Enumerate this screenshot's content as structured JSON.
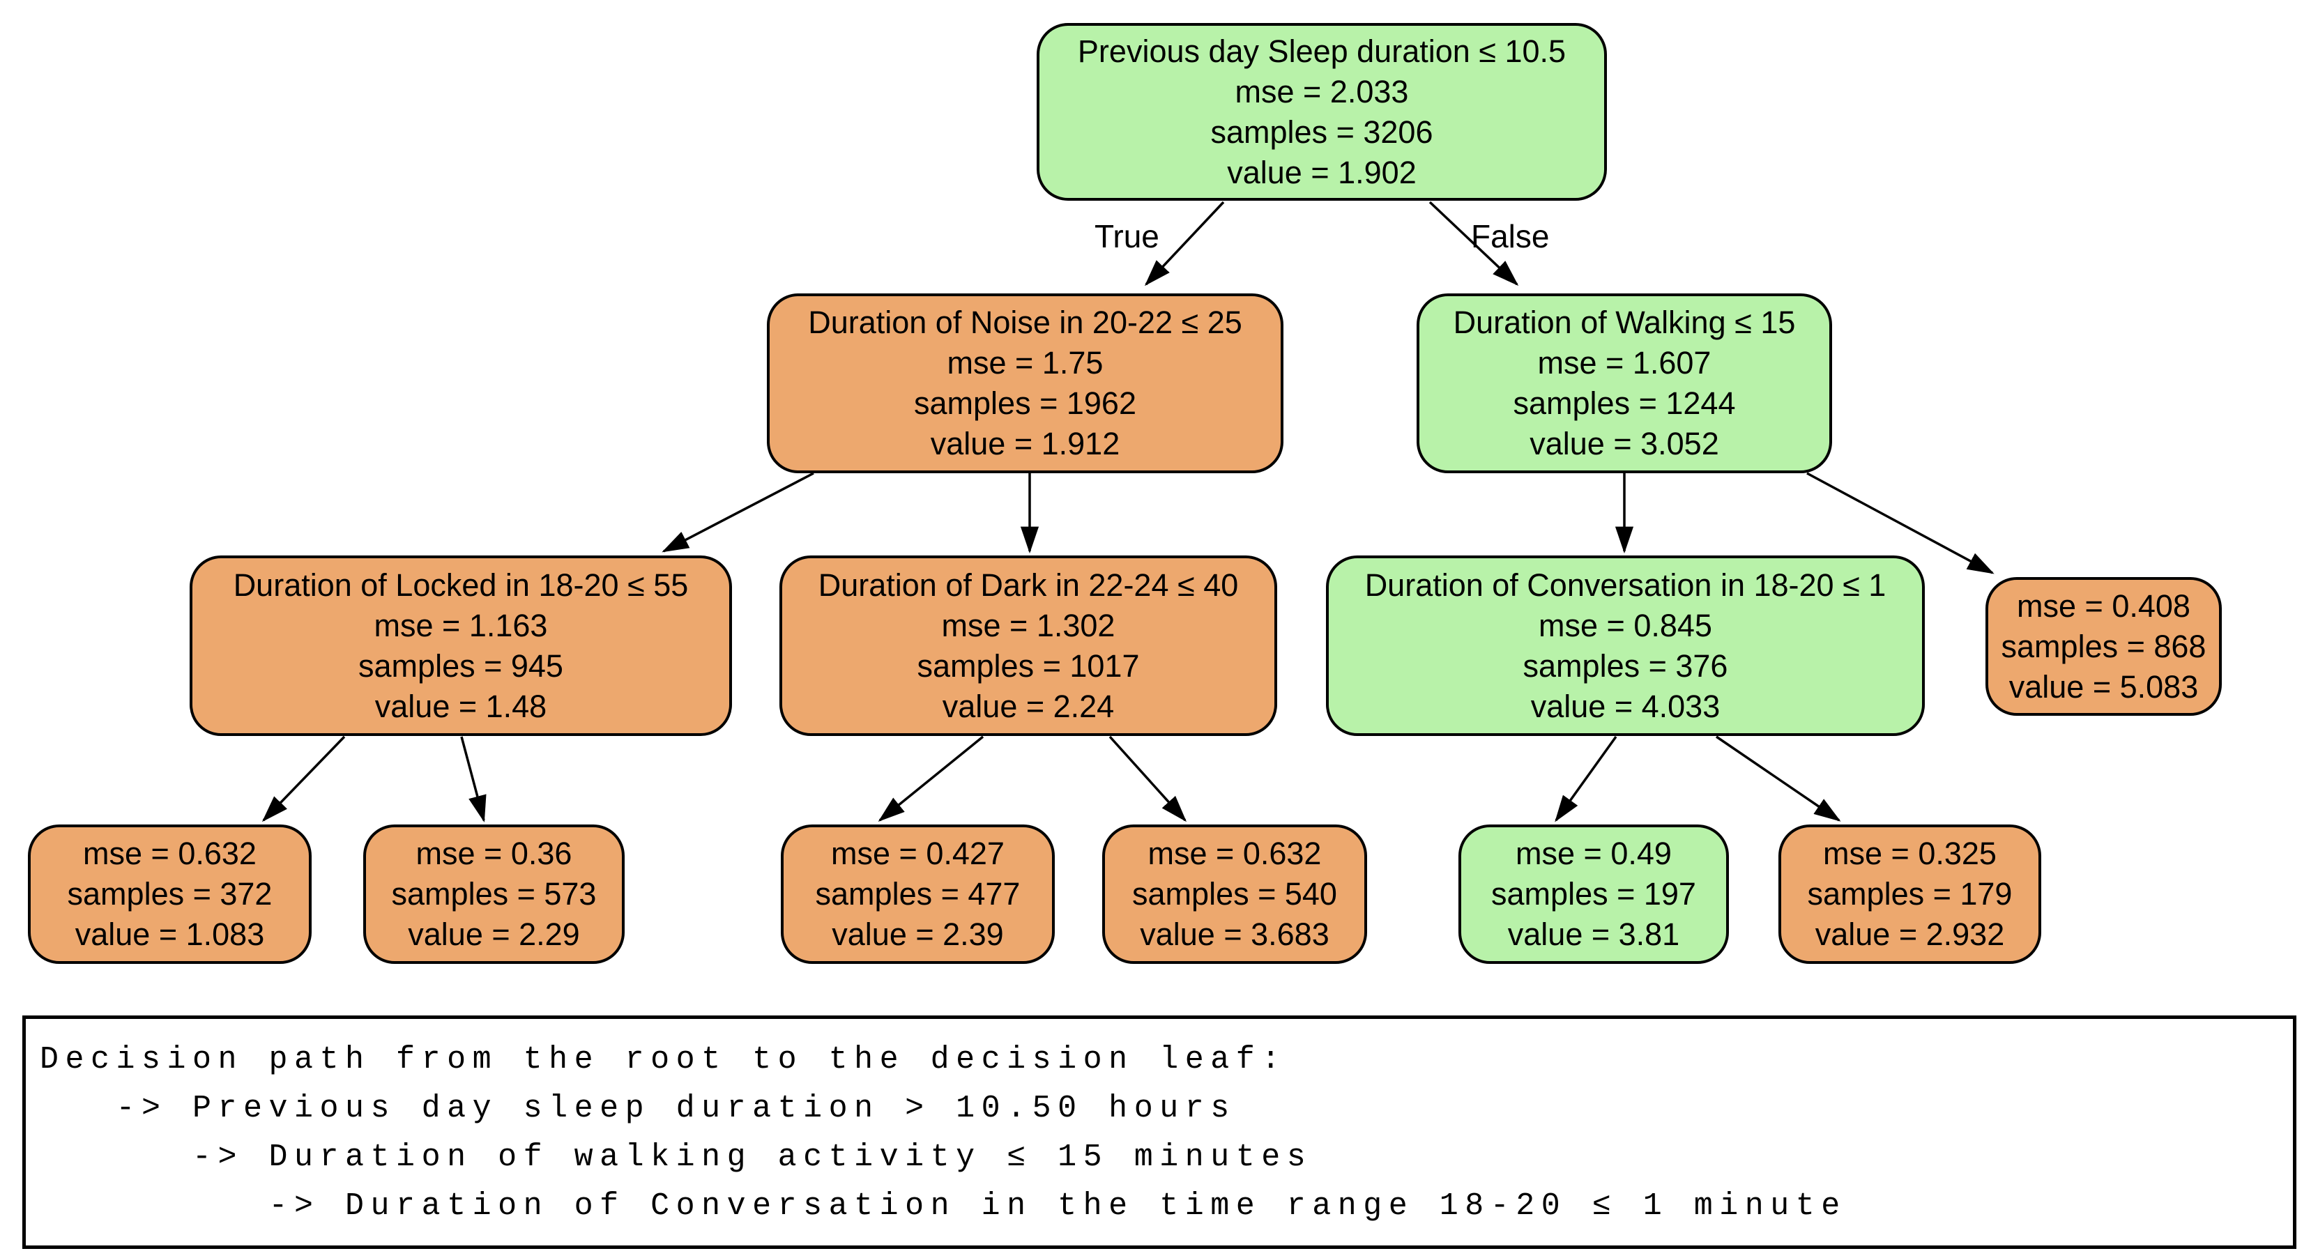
{
  "colors": {
    "green": "#b8f2a9",
    "orange": "#eda86e",
    "border": "#000000"
  },
  "edge_labels": {
    "true_label": "True",
    "false_label": "False"
  },
  "nodes": {
    "root": {
      "title": "Previous day Sleep duration ≤ 10.5",
      "mse": "mse = 2.033",
      "samples": "samples = 3206",
      "value": "value = 1.902",
      "fill": "#b8f2a9"
    },
    "noise": {
      "title": "Duration of Noise in 20-22 ≤ 25",
      "mse": "mse = 1.75",
      "samples": "samples = 1962",
      "value": "value = 1.912",
      "fill": "#eda86e"
    },
    "walking": {
      "title": "Duration of Walking ≤ 15",
      "mse": "mse = 1.607",
      "samples": "samples = 1244",
      "value": "value = 3.052",
      "fill": "#b8f2a9"
    },
    "locked": {
      "title": "Duration of Locked in 18-20 ≤ 55",
      "mse": "mse = 1.163",
      "samples": "samples = 945",
      "value": "value = 1.48",
      "fill": "#eda86e"
    },
    "dark": {
      "title": "Duration of Dark in 22-24 ≤ 40",
      "mse": "mse = 1.302",
      "samples": "samples = 1017",
      "value": "value = 2.24",
      "fill": "#eda86e"
    },
    "conversation": {
      "title": "Duration of Conversation in 18-20 ≤ 1",
      "mse": "mse = 0.845",
      "samples": "samples = 376",
      "value": "value = 4.033",
      "fill": "#b8f2a9"
    },
    "leaf_far_right": {
      "mse": "mse = 0.408",
      "samples": "samples = 868",
      "value": "value = 5.083",
      "fill": "#eda86e"
    },
    "leaf1": {
      "mse": "mse = 0.632",
      "samples": "samples = 372",
      "value": "value = 1.083",
      "fill": "#eda86e"
    },
    "leaf2": {
      "mse": "mse = 0.36",
      "samples": "samples = 573",
      "value": "value = 2.29",
      "fill": "#eda86e"
    },
    "leaf3": {
      "mse": "mse = 0.427",
      "samples": "samples = 477",
      "value": "value = 2.39",
      "fill": "#eda86e"
    },
    "leaf4": {
      "mse": "mse = 0.632",
      "samples": "samples = 540",
      "value": "value = 3.683",
      "fill": "#eda86e"
    },
    "leaf5": {
      "mse": "mse = 0.49",
      "samples": "samples = 197",
      "value": "value = 3.81",
      "fill": "#b8f2a9"
    },
    "leaf6": {
      "mse": "mse = 0.325",
      "samples": "samples = 179",
      "value": "value = 2.932",
      "fill": "#eda86e"
    }
  },
  "decision_path": {
    "line1": "Decision path from the root to the decision leaf:",
    "line2": "   -> Previous day sleep duration > 10.50 hours",
    "line3": "      -> Duration of walking activity ≤ 15 minutes",
    "line4": "         -> Duration of Conversation in the time range 18-20 ≤ 1 minute"
  }
}
